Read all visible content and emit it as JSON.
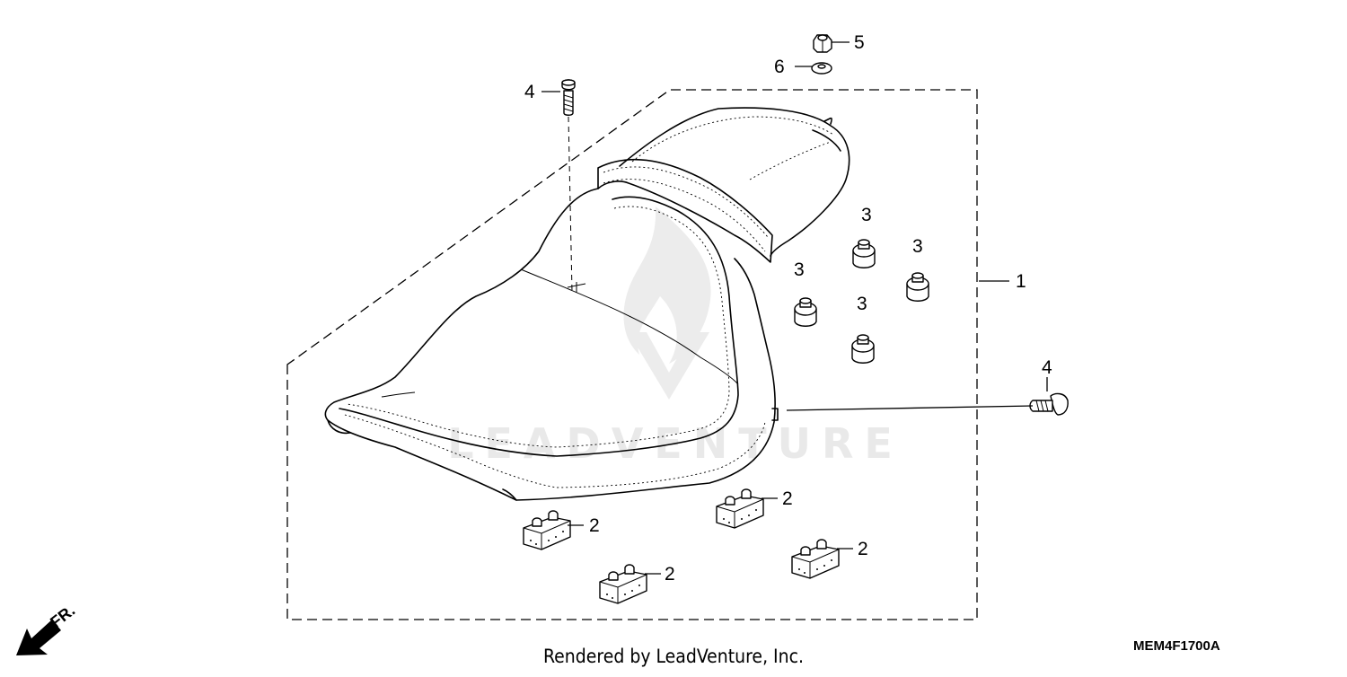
{
  "diagram": {
    "callouts": {
      "seat": "1",
      "block_1": "2",
      "block_2": "2",
      "block_3": "2",
      "block_4": "2",
      "nut_1": "3",
      "nut_2": "3",
      "nut_3": "3",
      "nut_4": "3",
      "bolt_top": "4",
      "bolt_right": "4",
      "nut_top": "5",
      "washer": "6"
    },
    "front_arrow_label": "FR.",
    "reference_code": "MEM4F1700A",
    "footer_text": "Rendered by LeadVenture, Inc.",
    "watermark_text": "LEADVENTURE"
  }
}
